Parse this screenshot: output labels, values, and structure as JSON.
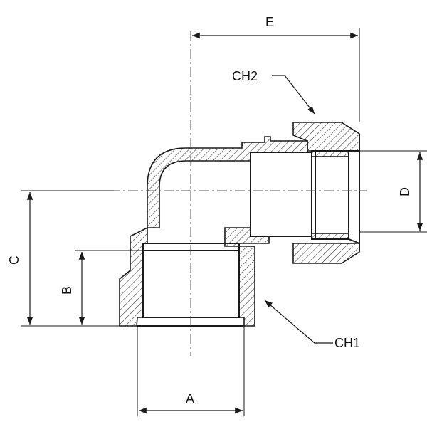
{
  "labels": {
    "e": "E",
    "ch2": "CH2",
    "d": "D",
    "c": "C",
    "b": "B",
    "ch1": "CH1",
    "a": "A"
  },
  "colors": {
    "line": "#1a1a1a",
    "hatch": "#333333",
    "center_line": "#555555",
    "background": "#ffffff"
  }
}
